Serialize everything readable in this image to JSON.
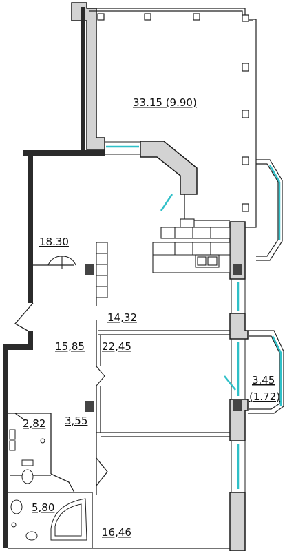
{
  "colors": {
    "wall_fill": "#d3d3d3",
    "wall_outline": "#1a1a1a",
    "window_glass": "#2fc0c8",
    "line": "#222222",
    "column": "#444444"
  },
  "rooms": {
    "living": "33.15 (9.90)",
    "hall_top": "18.30",
    "kitchen_zone": "14,32",
    "hall_mid": "15,85",
    "bedroom_mid": "22,45",
    "balcony_right": "3.45",
    "balcony_right_sub": "(1.72)",
    "wc": "2,82",
    "corridor": "3,55",
    "bath": "5,80",
    "bedroom_bottom": "16,46"
  }
}
